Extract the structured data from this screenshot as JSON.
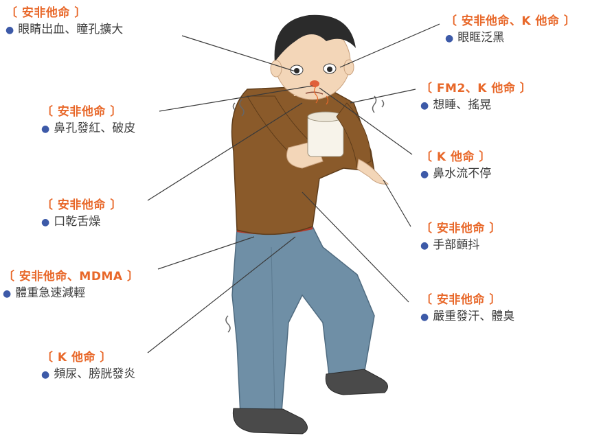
{
  "colors": {
    "drug_label": "#e8682a",
    "symptom_text": "#3d3d3d",
    "bullet": "#3d5aa8",
    "sweater": "#8a5a2a",
    "jeans": "#6f8fa6",
    "skin": "#f3d6b8",
    "hair": "#2b2b2b"
  },
  "illustration": {
    "subject": "boy-with-drug-side-effects"
  },
  "callouts": [
    {
      "id": "eyes",
      "drug": "〔 安非他命 〕",
      "symptom": "眼睛出血、瞳孔擴大"
    },
    {
      "id": "nostrils",
      "drug": "〔 安非他命 〕",
      "symptom": "鼻孔發紅、破皮"
    },
    {
      "id": "mouth",
      "drug": "〔 安非他命 〕",
      "symptom": "口乾舌燥"
    },
    {
      "id": "weight",
      "drug": "〔 安非他命、MDMA 〕",
      "symptom": "體重急速減輕"
    },
    {
      "id": "bladder",
      "drug": "〔 K 他命 〕",
      "symptom": "頻尿、膀胱發炎"
    },
    {
      "id": "dark-circles",
      "drug": "〔 安非他命、K 他命 〕",
      "symptom": "眼眶泛黑"
    },
    {
      "id": "sleepy",
      "drug": "〔 FM2、K 他命 〕",
      "symptom": "想睡、搖晃"
    },
    {
      "id": "runny-nose",
      "drug": "〔 K 他命 〕",
      "symptom": "鼻水流不停"
    },
    {
      "id": "tremor",
      "drug": "〔 安非他命 〕",
      "symptom": "手部顫抖"
    },
    {
      "id": "sweating",
      "drug": "〔 安非他命 〕",
      "symptom": "嚴重發汗、體臭"
    }
  ]
}
